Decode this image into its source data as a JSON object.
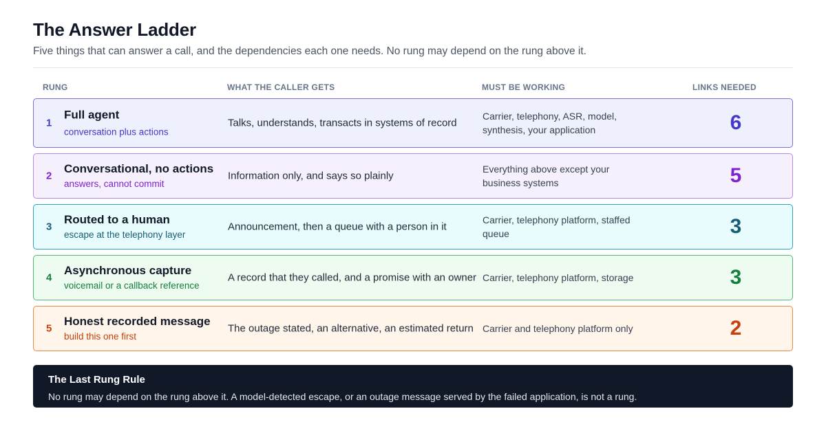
{
  "header": {
    "title": "The Answer Ladder",
    "subtitle": "Five things that can answer a call, and the dependencies each one needs. No rung may depend on the rung above it."
  },
  "table": {
    "columns": [
      "RUNG",
      "WHAT THE CALLER GETS",
      "MUST BE WORKING",
      "LINKS NEEDED"
    ],
    "rows": [
      {
        "number": "1",
        "name": "Full agent",
        "tagline": "conversation plus actions",
        "caller_gets": "Talks, understands, transacts in systems of record",
        "must_be_working": "Carrier, telephony, ASR, model, synthesis, your application",
        "links_needed": "6",
        "colors": {
          "border": "#7c6fd6",
          "background": "#eef0fd",
          "accent": "#4338ca"
        }
      },
      {
        "number": "2",
        "name": "Conversational, no actions",
        "tagline": "answers, cannot commit",
        "caller_gets": "Information only, and says so plainly",
        "must_be_working": "Everything above except your business systems",
        "links_needed": "5",
        "colors": {
          "border": "#b38ae6",
          "background": "#f6f0fd",
          "accent": "#7e22ce"
        }
      },
      {
        "number": "3",
        "name": "Routed to a human",
        "tagline": "escape at the telephony layer",
        "caller_gets": "Announcement, then a queue with a person in it",
        "must_be_working": "Carrier, telephony platform, staffed queue",
        "links_needed": "3",
        "colors": {
          "border": "#2aa6b4",
          "background": "#e9fcfd",
          "accent": "#155e75"
        }
      },
      {
        "number": "4",
        "name": "Asynchronous capture",
        "tagline": "voicemail or a callback reference",
        "caller_gets": "A record that they called, and a promise with an owner",
        "must_be_working": "Carrier, telephony platform, storage",
        "links_needed": "3",
        "colors": {
          "border": "#4fbd6f",
          "background": "#eefbf1",
          "accent": "#15803d"
        }
      },
      {
        "number": "5",
        "name": "Honest recorded message",
        "tagline": "build this one first",
        "caller_gets": "The outage stated, an alternative, an estimated return",
        "must_be_working": "Carrier and telephony platform only",
        "links_needed": "2",
        "colors": {
          "border": "#ea8a3e",
          "background": "#fff5eb",
          "accent": "#c2410c"
        }
      }
    ]
  },
  "rule": {
    "title": "The Last Rung Rule",
    "text": "No rung may depend on the rung above it. A model-detected escape, or an outage message served by the failed application, is not a rung."
  }
}
